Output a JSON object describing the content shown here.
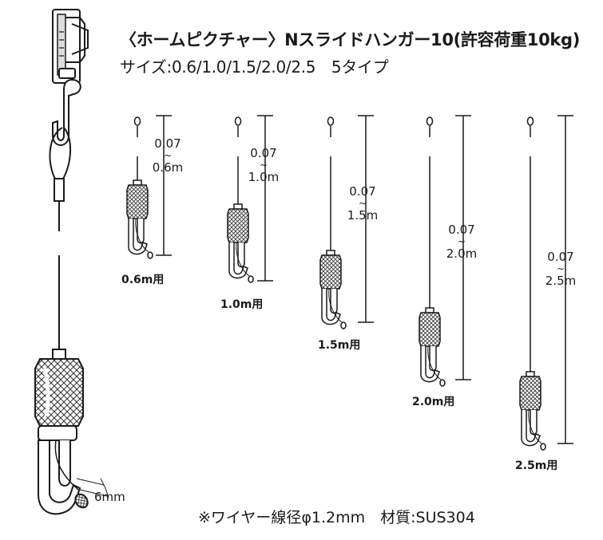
{
  "header": {
    "title": "〈ホームピクチャー〉Nスライドハンガー10(許容荷重10kg)",
    "subtitle": "サイズ:0.6/1.0/1.5/2.0/2.5　5タイプ"
  },
  "sizes": [
    {
      "label": "0.6m用",
      "min": "0.07",
      "tilde": "~",
      "max": "0.6m"
    },
    {
      "label": "1.0m用",
      "min": "0.07",
      "tilde": "~",
      "max": "1.0m"
    },
    {
      "label": "1.5m用",
      "min": "0.07",
      "tilde": "~",
      "max": "1.5m"
    },
    {
      "label": "2.0m用",
      "min": "0.07",
      "tilde": "~",
      "max": "2.0m"
    },
    {
      "label": "2.5m用",
      "min": "0.07",
      "tilde": "~",
      "max": "2.5m"
    }
  ],
  "detail": {
    "hook_width": "6mm"
  },
  "footnote": "※ワイヤー線径φ1.2mm　材質:SUS304",
  "colors": {
    "line": "#1a1a1a",
    "grip": "#555555"
  }
}
